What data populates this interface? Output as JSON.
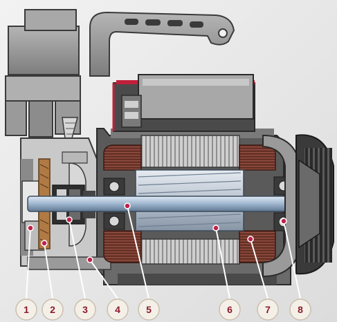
{
  "diagram": {
    "type": "pump-cutaway",
    "callouts": [
      {
        "label": "1"
      },
      {
        "label": "2"
      },
      {
        "label": "3"
      },
      {
        "label": "4"
      },
      {
        "label": "5"
      },
      {
        "label": "6"
      },
      {
        "label": "7"
      },
      {
        "label": "8"
      }
    ],
    "colors": {
      "background": "#e9e9e9",
      "casing": "#9a9a9a",
      "casing_dark": "#4a4a4a",
      "section_cut": "#c9c9c9",
      "impeller": "#b07a45",
      "winding": "#7a3a30",
      "rotor": "#c8cfd8",
      "shaft": "#a9c0d8",
      "cable": "#c0203a",
      "marker": "#c0204a",
      "badge_fill": "#f4f0e8",
      "badge_text": "#8a1a2a"
    }
  }
}
